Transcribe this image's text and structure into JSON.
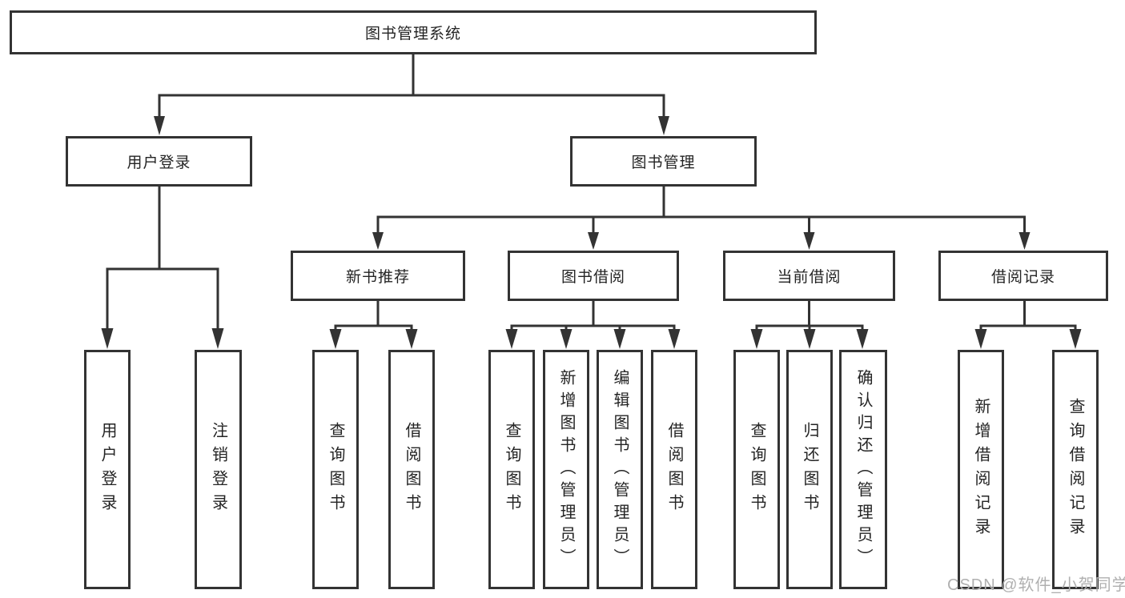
{
  "tree": {
    "root": {
      "label": "图书管理系统"
    },
    "level2": [
      {
        "label": "用户登录",
        "children": [
          {
            "label": "用户登录"
          },
          {
            "label": "注销登录"
          }
        ]
      },
      {
        "label": "图书管理",
        "groups": [
          {
            "label": "新书推荐",
            "children": [
              {
                "label": "查询图书"
              },
              {
                "label": "借阅图书"
              }
            ]
          },
          {
            "label": "图书借阅",
            "children": [
              {
                "label": "查询图书"
              },
              {
                "label": "新增图书（管理员）"
              },
              {
                "label": "编辑图书（管理员）"
              },
              {
                "label": "借阅图书"
              }
            ]
          },
          {
            "label": "当前借阅",
            "children": [
              {
                "label": "查询图书"
              },
              {
                "label": "归还图书"
              },
              {
                "label": "确认归还（管理员）"
              }
            ]
          },
          {
            "label": "借阅记录",
            "children": [
              {
                "label": "新增借阅记录"
              },
              {
                "label": "查询借阅记录"
              }
            ]
          }
        ]
      }
    ]
  },
  "watermark": {
    "text": "CSDN @软件_小贺同学",
    "color": "#b0b0b0"
  },
  "colors": {
    "line": "#333333",
    "box_border": "#333333",
    "box_fill": "#ffffff",
    "text": "#242424",
    "background": "#ffffff"
  }
}
